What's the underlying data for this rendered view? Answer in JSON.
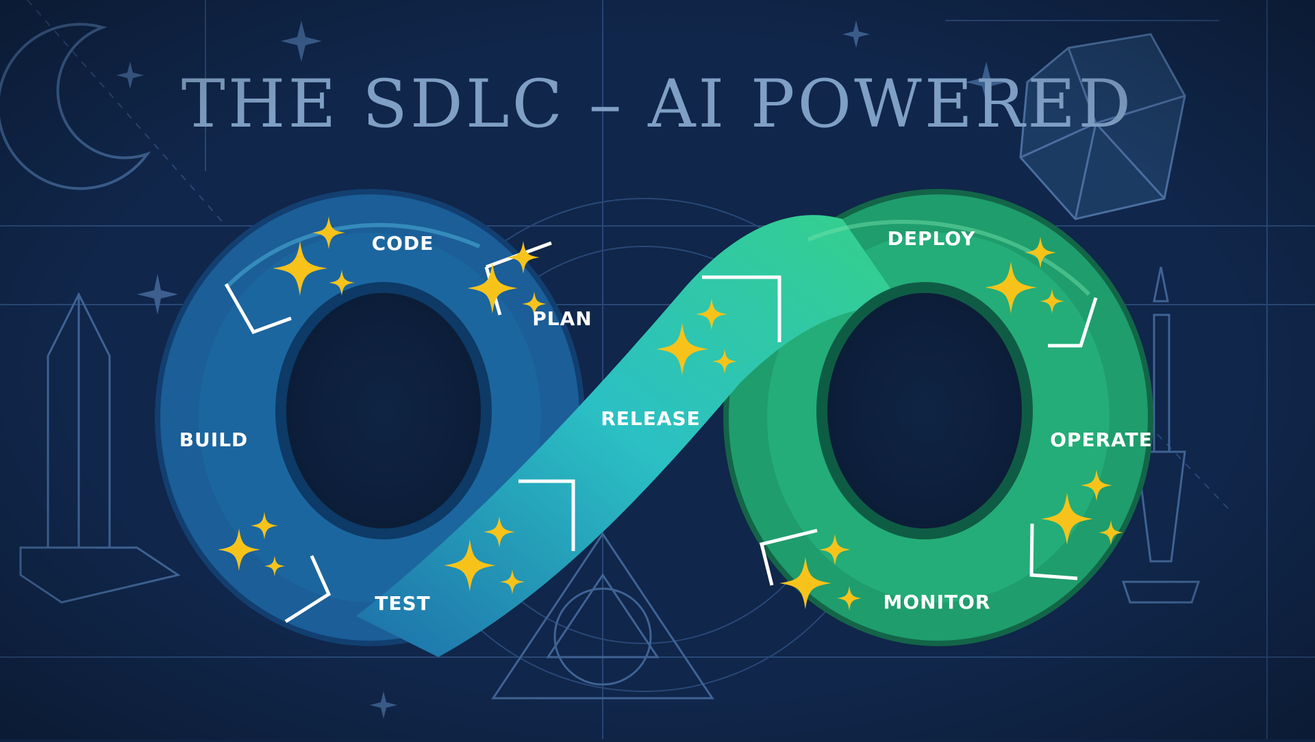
{
  "title": "THE SDLC – AI POWERED",
  "stages": {
    "code": "CODE",
    "plan": "PLAN",
    "build": "BUILD",
    "test": "TEST",
    "release": "RELEASE",
    "deploy": "DEPLOY",
    "operate": "OPERATE",
    "monitor": "MONITOR"
  },
  "colors": {
    "background": "#0f2444",
    "sketch_line": "#3a5b86",
    "title": "#7f9fc4",
    "loop_blue": "#1f6fa8",
    "loop_cyan": "#2bb3c0",
    "loop_green": "#2fbf78",
    "sparkle": "#f7c31b",
    "bracket": "#ffffff"
  },
  "icons": [
    "crescent-moon-icon",
    "crystal-obelisk-icon",
    "gem-icon",
    "candle-icon",
    "sparkle-icon",
    "corner-bracket-icon"
  ]
}
